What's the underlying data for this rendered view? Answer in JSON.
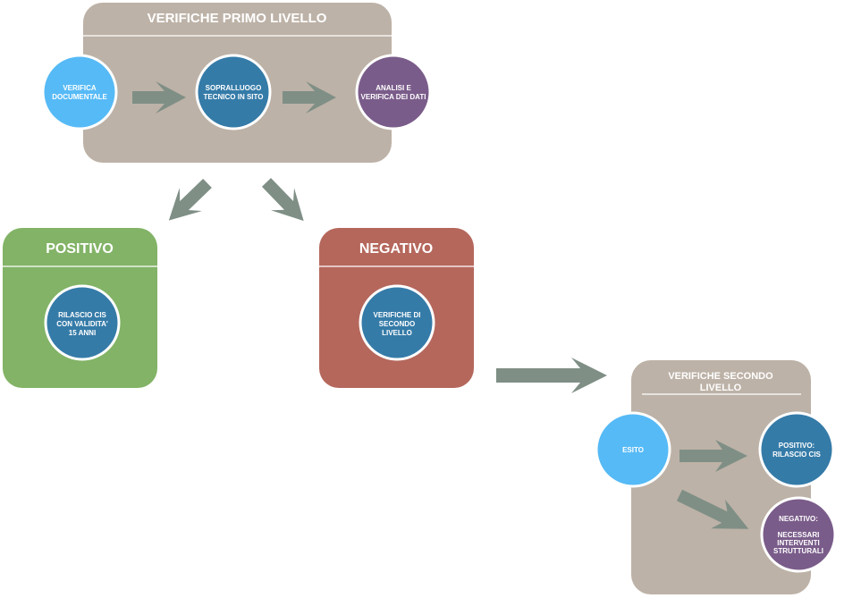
{
  "colors": {
    "panel_gray": "#bdb2a7",
    "panel_green": "#82b366",
    "panel_red": "#b5675c",
    "circle_lightblue": "#56baf6",
    "circle_blue": "#357ba8",
    "circle_purple": "#7a5c8a",
    "arrow": "#7f8f86",
    "text": "#ffffff"
  },
  "primo_livello": {
    "title": "VERIFICHE PRIMO LIVELLO",
    "steps": [
      {
        "lines": [
          "VERIFICA",
          "DOCUMENTALE"
        ]
      },
      {
        "lines": [
          "SOPRALLUOGO",
          "TECNICO IN SITO"
        ]
      },
      {
        "lines": [
          "ANALISI E",
          "VERIFICA DEI DATI"
        ]
      }
    ]
  },
  "positivo": {
    "title": "POSITIVO",
    "circle": {
      "lines": [
        "RILASCIO CIS",
        "CON VALIDITA'",
        "15 ANNI"
      ]
    }
  },
  "negativo": {
    "title": "NEGATIVO",
    "circle": {
      "lines": [
        "VERIFICHE DI",
        "SECONDO",
        "LIVELLO"
      ]
    }
  },
  "secondo_livello": {
    "title_lines": [
      "VERIFICHE SECONDO",
      "LIVELLO"
    ],
    "esito": {
      "lines": [
        "ESITO"
      ]
    },
    "positivo": {
      "lines": [
        "POSITIVO:",
        "RILASCIO CIS"
      ]
    },
    "negativo": {
      "lines": [
        "NEGATIVO:",
        "",
        "NECESSARI",
        "INTERVENTI",
        "STRUTTURALI"
      ]
    }
  }
}
